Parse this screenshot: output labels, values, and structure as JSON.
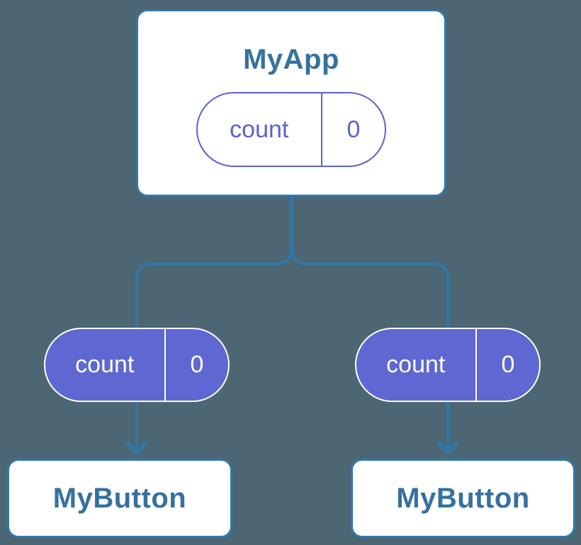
{
  "colors": {
    "background": "#4C6773",
    "connector_blue": "#2F78AB",
    "node_title_blue": "#35719F",
    "pill_purple_fill": "#5E67D2",
    "pill_purple_ink": "#5A62D3",
    "white": "#FFFFFF"
  },
  "diagram": {
    "root": {
      "title": "MyApp",
      "state": {
        "key": "count",
        "value": "0"
      }
    },
    "children": [
      {
        "label": "MyButton",
        "state": {
          "key": "count",
          "value": "0"
        }
      },
      {
        "label": "MyButton",
        "state": {
          "key": "count",
          "value": "0"
        }
      }
    ]
  }
}
